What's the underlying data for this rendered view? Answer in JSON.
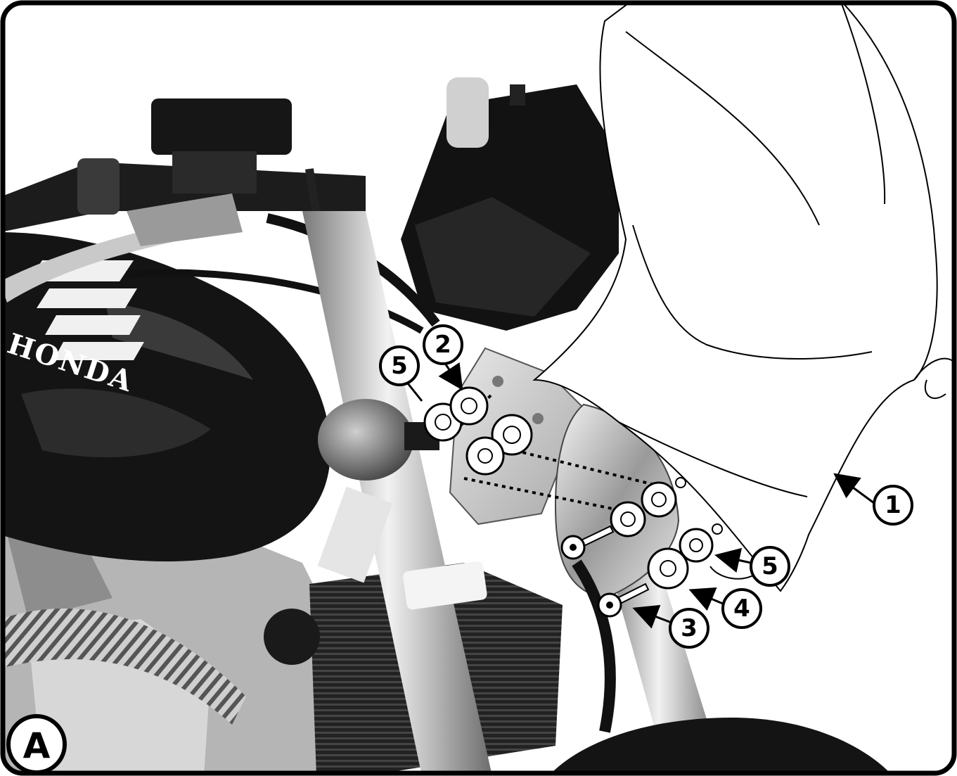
{
  "figure": {
    "panel_label": "A",
    "tank_brand": "HONDA",
    "callouts": [
      {
        "id": "callout-1",
        "label": "1",
        "part": "windscreen"
      },
      {
        "id": "callout-2",
        "label": "2",
        "part": "bracket-screw"
      },
      {
        "id": "callout-3",
        "label": "3",
        "part": "mounting-screw"
      },
      {
        "id": "callout-4",
        "label": "4",
        "part": "spacer"
      },
      {
        "id": "callout-5a",
        "label": "5",
        "part": "washer-left"
      },
      {
        "id": "callout-5b",
        "label": "5",
        "part": "washer-right"
      }
    ]
  },
  "colors": {
    "frame": "#000000",
    "photo_dark": "#151515",
    "photo_mid": "#8a8a8a",
    "photo_light": "#d9d9d9",
    "windscreen_fill": "#ffffff"
  }
}
